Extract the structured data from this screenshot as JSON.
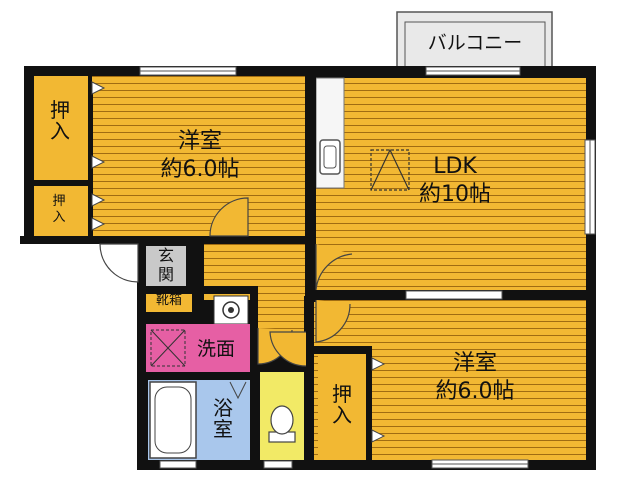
{
  "colors": {
    "wall": "#111111",
    "floor": "#f2b833",
    "floor_line": "#a06c12",
    "closet": "#f2b833",
    "genkan": "#c9c9c9",
    "wash": "#e65fa4",
    "bath": "#a9c7ec",
    "toilet": "#f2ea66",
    "balcony": "#e9e9e9"
  },
  "labels": {
    "balcony": "バルコニー",
    "western1": "洋室\n約6.0帖",
    "western2": "洋室\n約6.0帖",
    "ldk": "LDK\n約10帖",
    "closet_top": "押\n入",
    "closet_small": "押\n入",
    "closet_bottom": "押\n入",
    "genkan": "玄\n関",
    "shoebox": "靴箱",
    "washroom": "洗面",
    "bath": "浴\n室"
  }
}
